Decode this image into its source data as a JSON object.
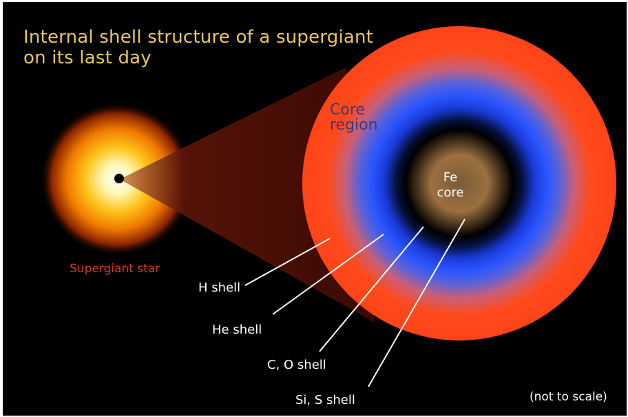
{
  "title": {
    "line1": "Internal shell structure of a supergiant",
    "line2": "on its last day"
  },
  "labels": {
    "core_region_line1": "Core",
    "core_region_line2": "region",
    "fe_core_line1": "Fe",
    "fe_core_line2": "core",
    "supergiant_star": "Supergiant star",
    "h_shell": "H shell",
    "he_shell": "He shell",
    "co_shell": "C,  O shell",
    "si_s_shell": "Si, S shell",
    "not_to_scale": "(not to scale)"
  },
  "colors": {
    "background": "#000000",
    "title": "#e8c85a",
    "outer_shell": "#ff4a1c",
    "he_shell_blue": "#2a4cf0",
    "fe_core": "#9c7040",
    "star_label": "#d83a18"
  }
}
